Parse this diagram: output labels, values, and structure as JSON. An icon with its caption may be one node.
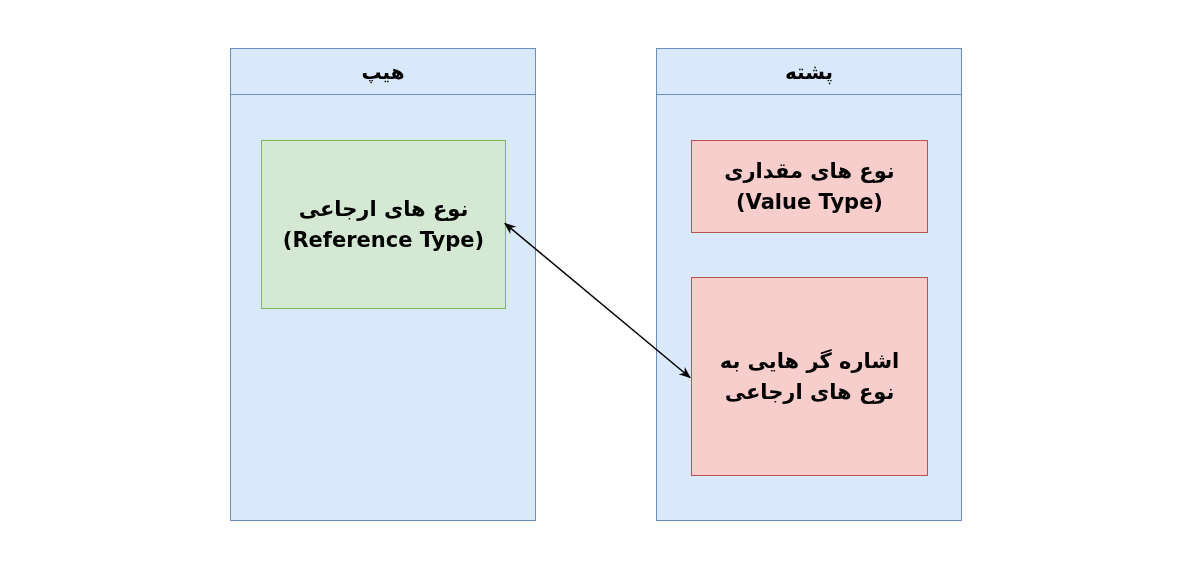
{
  "diagram": {
    "nodes": [
      {
        "text": [
          "هیپ"
        ]
      },
      {
        "text": [
          "نوع های ارجاعی (Reference Type)"
        ],
        "in": 0
      },
      {
        "text": [
          "پشته"
        ]
      },
      {
        "text": [
          "نوع های مقداری (Value Type)"
        ],
        "in": 2
      },
      {
        "text": [
          "اشاره گر هایی به نوع های ارجاعی"
        ],
        "in": 2
      }
    ],
    "edges": [
      {
        "from": 4,
        "to": 1,
        "arrow": "both"
      }
    ]
  }
}
